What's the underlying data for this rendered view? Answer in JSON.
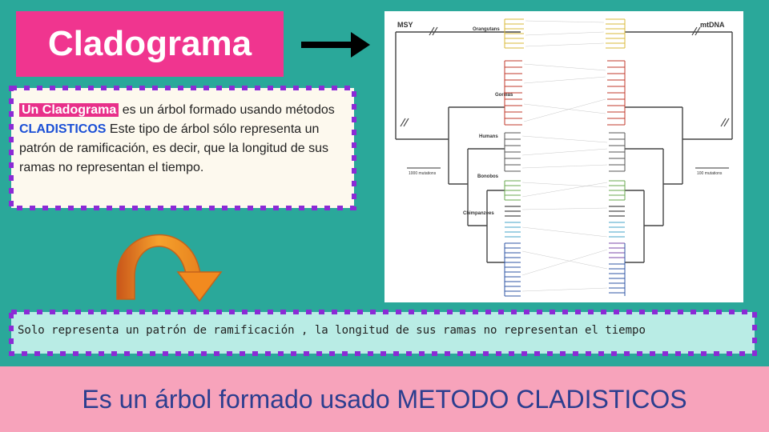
{
  "slide": {
    "title": "Cladograma",
    "definition": {
      "term": "Un Cladograma",
      "part1": " es un árbol formado usando métodos ",
      "method": "CLADISTICOS",
      "part2": " Este tipo de árbol sólo representa un patrón de ramificación, es decir, que la longitud de sus ramas no representan el tiempo."
    },
    "summary": "Solo representa un patrón de ramificación , la longitud de sus ramas no representan el tiempo",
    "bottom_caption": "Es un árbol formado usado METODO CLADISTICOS"
  },
  "tree_figure": {
    "left_title": "MSY",
    "right_title": "mtDNA",
    "groups": [
      "Orangutans",
      "Gorillas",
      "Humans",
      "Bonobos",
      "Chimpanzees"
    ],
    "scale_left": "1000 mutations",
    "scale_right": "100 mutations",
    "colors": {
      "orangutans": "#d9b93a",
      "gorillas": "#c0392b",
      "humans": "#555555",
      "bonobos": "#6aa84f",
      "chimpanzees_a": "#222222",
      "chimpanzees_b": "#44a6c9",
      "chimpanzees_c": "#7b4aa8",
      "chimpanzees_d": "#2f55a4"
    }
  },
  "theme": {
    "background": "#2aa89a",
    "title_bg": "#f0358f",
    "summary_bg": "#b9ece5",
    "bottom_bg": "#f7a3bb",
    "dash_color": "#8b2bd6"
  }
}
